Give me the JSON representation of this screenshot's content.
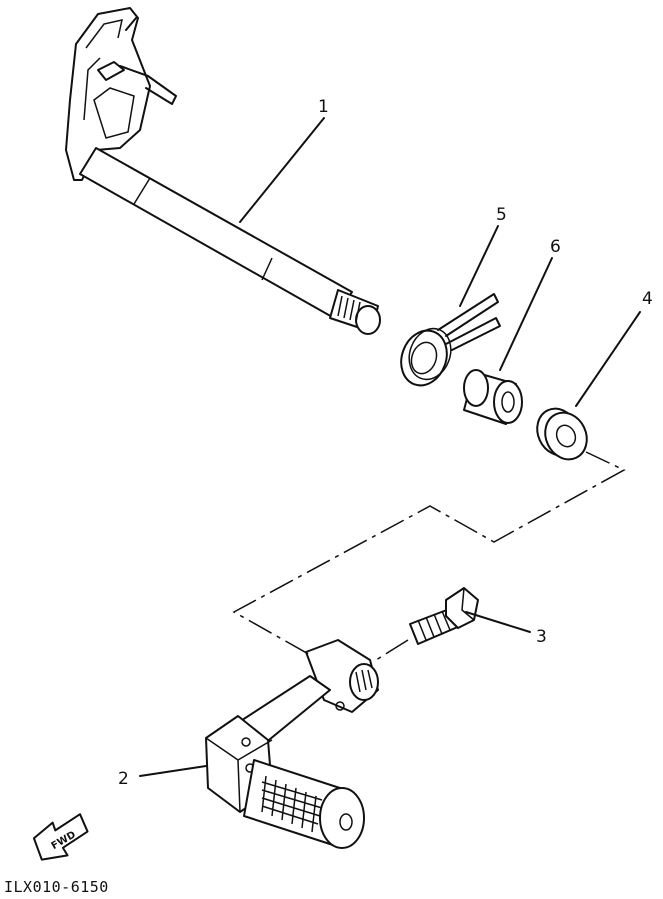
{
  "diagram": {
    "callouts": [
      {
        "id": "1",
        "text": "1"
      },
      {
        "id": "2",
        "text": "2"
      },
      {
        "id": "3",
        "text": "3"
      },
      {
        "id": "4",
        "text": "4"
      },
      {
        "id": "5",
        "text": "5"
      },
      {
        "id": "6",
        "text": "6"
      }
    ],
    "direction_label": "FWD",
    "drawing_code": "ILX010-6150"
  }
}
